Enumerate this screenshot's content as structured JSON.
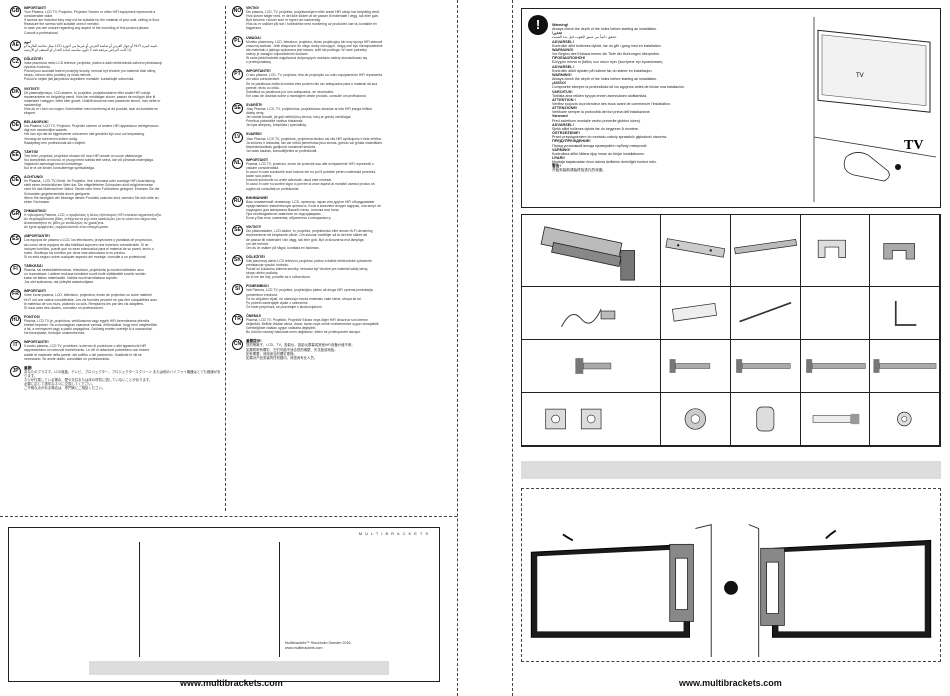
{
  "languages_col1": [
    {
      "code": "GB",
      "heading": "IMPORTANT!",
      "lines": [
        "Your Plasma, LCD TV, Projector, Projector Screen or other HiFi equipment represents a",
        "considerable value.",
        "If screws are included they may not be suitable for the material of your wall, ceiling or floor.",
        "Reassure the screws with suitable ones if needed.",
        "In case you are unsure regarding any aspect of the mounting of this product please",
        "Consult a professional."
      ]
    },
    {
      "code": "AE",
      "heading": "مهم!",
      "lines": [
        "تمثل شاشة البلازما أو LCD أو جهاز العرض أو شاشة العرض أو غيرها من أجهزة Hi-Fi قيمة كبيرة.",
        "إذا كانت البراغي مرفقة فقد لا تكون مناسبة لمادة الجدار أو السقف أو الأرضية."
      ]
    },
    {
      "code": "CZ",
      "heading": "DŮLEŽITÉ!",
      "lines": [
        "Vaše plazmová nebo LCD televize, projektor, plátno a další elektronická zařízení představují",
        "vysokou hodnotu.",
        "Pokud jsou součástí balení prodejný šrouby, nemusí být vhodné pro materiál Vaší stěny,",
        "stropu, kterou nebo podlahy vy čedá mělové.",
        "Pokud si nejste jisti jakýmkoliv aspektem montáže, kontaktujte odborníka."
      ]
    },
    {
      "code": "DK",
      "heading": "VIGTIGT!",
      "lines": [
        "Dit plasmafjernsyn, LCD-skærm, tv, projektor, projektorskærm eller andet HiFi udstyr",
        "repræsenterer en betydelig værdi. Hvis der medfølger skruer, passer de muligvis ikke til",
        "materialet i væggen, loftet eller gulvet. Udskift skruerne med passende skruer, hvis dette er",
        "nødvendigt.",
        "Hvis du er i tvivl om nogen i forbindelse med montering af dit produkt, skal du kontakte en",
        "ekspert."
      ]
    },
    {
      "code": "DE",
      "heading": "BELANGRIJK!",
      "lines": [
        "Uw Plasma, LCD TV, Projector, Projectie scherm of andere HiFi-apparatuur vertegenwoor-",
        "digt een aanzienlijke waarde.",
        "Het kan zijn dat de bijgeleverde schroeven niet geschikt zijn voor uw toepassing.",
        "Vervang de schroeven indien nodig.",
        "Raadpleeg een professional als u twijfelt."
      ]
    },
    {
      "code": "EE",
      "heading": "TÄHTIS!",
      "lines": [
        "Teie teler, projektor, projektori ekraan või muu HiFi-seade on suure väärtusega.",
        "Kui komplektis on kruvid, ei pruugi need sobida teie seina, lae või põranda materjaliga.",
        "Vajadusel asendage kruvid sobivatega.",
        "Kui te ei ole kindel, konsulteerige spetsialistiga."
      ]
    },
    {
      "code": "DE",
      "heading": "ACHTUNG!",
      "lines": [
        "Ihr Plasma-, LCD-TV-Gerät, Ihr Projektor, Ihre Leinwand oder sonstige HiFi-Ausrüstung",
        "stellt einen beträchtlichen Wert dar. Die mitgelieferten Schrauben sind möglicherweise",
        "nicht für das Material Ihrer Wand, Decke oder Ihres Fußbodens geeignet. Ersetzen Sie die",
        "Schrauben gegebenenfalls durch geeignete.",
        "Wenn Sie bezüglich der Montage dieses Produkts unsicher sind, wenden Sie sich bitte an",
        "einen Fachmann."
      ]
    },
    {
      "code": "GR",
      "heading": "ΣΗΜΑΝΤΙΚΟ!",
      "lines": [
        "Η τηλεόραση Plasma, LCD, ο προβολέας ή άλλος εξοπλισμός HiFi αποτελεί σημαντική αξία.",
        "Αν περιλαμβάνονται βίδες, ενδέχεται να μην είναι κατάλληλες για το υλικό του τοίχου σας.",
        "Αντικαταστήστε τις βίδες με κατάλληλες αν χρειάζεται.",
        "Αν έχετε αμφιβολίες, συμβουλευτείτε έναν επαγγελματία."
      ]
    },
    {
      "code": "ES",
      "heading": "¡IMPORTANTE!",
      "lines": [
        "Los equipos de plasma o LCD, los televisores, proyectores y pantallas de proyección,",
        "así como otros equipos de alta fidelidad suponen una inversión considerable. Si se",
        "incluyen tornillos, puede que no sean adecuados para el material de su pared, techo o",
        "suelo. Sustituya los tornillos por otros más adecuados si es preciso.",
        "Si no está seguro sobre cualquier aspecto del montaje, consulte a un profesional."
      ]
    },
    {
      "code": "FI",
      "heading": "TÄRKEÄÄ!",
      "lines": [
        "Plasma- tai nestekidetelevisiosi, televisiosi, projektorisi ja muiden laitteiden arvo",
        "on huomattava. Laitteen mukana toimitetut ruuvit eivät välttämättä sovellu seinän,",
        "katon tai lattian materiaaliin. Vaihda ruuvit tarvittaessa sopiviin.",
        "Jos olet epävarma, ota yhteyttä asiantuntijaan."
      ]
    },
    {
      "code": "FR",
      "heading": "IMPORTANT!",
      "lines": [
        "Votre écran plasma, LCD, télévision, projecteur, écran de projection ou autre matériel",
        "Hi-Fi ont une valeur considérable. Les vis fournies peuvent ne pas être compatibles avec",
        "le matériau de vos murs, plafonds ou sols. Remplacez-les par des vis adaptées.",
        "Si vous avez des doutes, consultez un professionnel."
      ]
    },
    {
      "code": "HU",
      "heading": "FONTOS!",
      "lines": [
        "Plazma, LCD TV-je, projektora, vetítővászna vagy egyéb HiFi-berendezése jelentős",
        "értéket képvisel. Ha a csomagban csavarok vannak, előfordulhat, hogy nem megfelelőek",
        "a fal, a mennyezet vagy a padló anyagához. Szükség esetén cserélje ki a csavarokat.",
        "Ha bizonytalan, forduljon szakemberhez."
      ]
    },
    {
      "code": "IT",
      "heading": "IMPORTANTE!",
      "lines": [
        "Il vostro plasma, LCD TV, proiettore, schermo di proiezione o altri apparecchi HiFi",
        "rappresentano un notevole investimento. Le viti in dotazione potrebbero non essere",
        "adatte al materiale della parete, del soffitto o del pavimento. Sostituite le viti se",
        "necessario. Se avete dubbi, consultate un professionista."
      ]
    },
    {
      "code": "JP",
      "heading": "重要!",
      "lines": [
        "あなたのプラズマ、LCD液晶、テレビ、プロジェクター、プロジェクタースクリーン または他のハイファイ機器はとても価値があります。",
        "ネジが付属している場合、壁や天井または床の材質に適していないことがあります。",
        "必要に応じて適切なネジに交換してください。",
        "ご不明な点がある場合は、専門家にご相談ください。"
      ]
    }
  ],
  "languages_col2": [
    {
      "code": "NO",
      "heading": "VIKTIG!",
      "lines": [
        "Din plasma, LCD, TV, projektor, projektorskjerm eller annet HiFi utstyr har betydelig verdi.",
        "Hvis skruer følger med, er det ikke sikkert at de passer til materialet i vegg, tak eller gulv.",
        "Bytt skruene i skruer som er egnet om nødvendig.",
        "Hvis du er usikker på noe i forbindelse med montering av produktet, bør du kontakte en",
        "fagperson."
      ]
    },
    {
      "code": "PL",
      "heading": "UWAGA!",
      "lines": [
        "Monitor plazmowy, LCD, telewizor, projektor, ekran projekcyjny lub inny sprzęt HiFi stanowi",
        "znaczną wartość. Jeśli dołączono do niego śruby mocujące, mogą one być nieodpowiednie",
        "dla materiału z jakiego wykonana jest ściana, sufit lub podłoga. W razie potrzeby",
        "należy je zastąpić odpowiednimi śrubami.",
        "W razie jakichkolwiek wątpliwości dotyczących montażu należy skonsultować się",
        "z profesjonalistą."
      ]
    },
    {
      "code": "PT",
      "heading": "IMPORTANTE!",
      "lines": [
        "O seu plasma, LCD, TV, projector, tela de projecção ou outro equipamento HiFi representa",
        "um valor considerável.",
        "Se os parafusos estão incluídos eles podem não ser adequados para o material da sua",
        "parede, tecto ou chão.",
        "Substitua os parafusos por uns adequados, se necessário.",
        "Em caso de dúvidas sobre a montagem deste produto, consulte um profissional."
      ]
    },
    {
      "code": "SE",
      "heading": "SVARŠTI!",
      "lines": [
        "Jūsų Plasma, LCD, TV, projektorius, projektoriaus ekranas ar kita HiFi įranga reiškia",
        "didelę vertę.",
        "Jei varžtai įtraukti, jie gali netikti jūsų sienos, lubų ar grindų medžiagai.",
        "Prireikus pakeiskite varžtus tinkamais.",
        "Jei kyla abejonių, kreipkitės į specialistą."
      ]
    },
    {
      "code": "LV",
      "heading": "SVARĪGI!",
      "lines": [
        "Jūsu Plasma, LCD TV, projektors, projektora ekrāns vai cits HiFi aprīkojums ir liela vērtība.",
        "Ja skrūves ir iekļautas, tās var nebūt piemērotas jūsu sienas, griestu vai grīdas materiālam.",
        "Nepieciešamības gadījumā nomainiet skrūves.",
        "Ja rodas šaubas, konsultējieties ar profesionāli."
      ]
    },
    {
      "code": "NL",
      "heading": "IMPORTANT!",
      "lines": [
        "Plasma, LCD TV, proiector, ecran de proiecție sau alte echipamente HiFi reprezintă o",
        "valoare considerabilă.",
        "În cazul în care șuruburile sunt incluse ele nu pot fi potrivite pentru materialul peretelui,",
        "tavan sau podea.",
        "Înlocuiți șuruburile cu unele adecvate, dacă este necesar.",
        "În cazul în care nu sunteți sigur cu privire la orice aspect al montării acestui produs vă",
        "rugăm să consultați un profesionist."
      ]
    },
    {
      "code": "RU",
      "heading": "ВНИМАНИЕ!",
      "lines": [
        "Ваш плазменный телевизор, LCD, проектор, экран или другое HiFi оборудование",
        "представляют значительную ценность. Если в комплект входят шурупы, они могут не",
        "подходить для материала Вашей стены, потолка или пола.",
        "При необходимости замените их подходящими.",
        "Если у Вас есть сомнения, обратитесь к специалисту."
      ]
    },
    {
      "code": "SE",
      "heading": "VIKTIGT!",
      "lines": [
        "Din plasmaskärm, LCD-skärm, tv, projektor, projektorduk eller annan Hi-Fi utrustning",
        "representerar ett betydande värde. Om skruvar medföljer så är det inte säkert att",
        "de passar till materialet i din vägg, tak eller golv. Byt ut skruvarna mot lämpliga",
        "om det behövs.",
        "Om du är osäker på något, kontakta en fackman."
      ]
    },
    {
      "code": "SK",
      "heading": "DÔLEŽITÉ!",
      "lines": [
        "Váš plazmový alebo LCD televízor, projektor, plátno a ďalšie elektronické vybavenie",
        "predstavuje vysokú hodnotu.",
        "Pokiaľ sú súčasťou balenia skrutky, nemusia byť vhodné pre materiál vašej steny,",
        "stropu alebo podlahy.",
        "Ak si nie ste istý, poraďte sa s odborníkom."
      ]
    },
    {
      "code": "SI",
      "heading": "POMEMBNO!",
      "lines": [
        "Vaš Plazma, LCD TV, projektor, projekcijsko platno ali druga HiFi oprema predstavlja",
        "pomembno vrednost.",
        "Če so vključeni vijaki, ne ustrezajo morda materialu vaše stene, stropa ali tal.",
        "Po potrebi zamenjajte vijake z ustreznimi.",
        "Če niste prepričani, se posvetujte s strokovnjakom."
      ]
    },
    {
      "code": "TR",
      "heading": "ÖNEMLİ!",
      "lines": [
        "Plazma, LCD TV, Projektör, Projektör Ekranı veya diğer HiFi cihazınız son derece",
        "değerlidir. Birlikte vidalar varsa, duvar, tavan veya zemin malzemenize uygun olmayabilir.",
        "Gerektiğinde vidaları uygun vidalarla değiştirin.",
        "Bu ürünün montajı hakkında emin değilseniz, lütfen bir profesyonele danışın."
      ]
    },
    {
      "code": "CN",
      "heading": "重要提示!",
      "lines": [
        "您的等离子、LCD、TV、投影仪、投影仪屏幕或其他HiFi设备价值不菲。",
        "如果附带有螺钉，它们可能不适合您的墙壁、天花板或地板。",
        "如有需要，请用适当的螺钉更换。",
        "如果对产品安装有任何疑问，请咨询专业人员。"
      ]
    }
  ],
  "info_box": {
    "brand_strip": "MULTIBRACKETS",
    "copyright_line1": "Multibrackets™ Stockholm Sweden 2016.",
    "copyright_line2": "www.multibrackets.com"
  },
  "footer": {
    "url_left": "www.multibrackets.com",
    "url_right": "www.multibrackets.com"
  },
  "warnings": {
    "illustration_label": "TV",
    "items": [
      {
        "heading": "Warning!",
        "text": "Always check the depth of the holes before starting an installation."
      },
      {
        "heading": "!تحذير",
        "text": "تحقق دائماً من عمق الثقوب قبل بدء التثبيت."
      },
      {
        "heading": "ADVARSEL!",
        "text": "Kontroller altid hullernes dybde, før du går i gang med en installation."
      },
      {
        "heading": "WARNUNG!",
        "text": "Vor Beginn des Einbaus immer die Tiefe der Bohrungen überprüfen."
      },
      {
        "heading": "ΠΡΟΕΙΔΟΠΟΙΗΣΗ!",
        "text": "Ελέγχετε πάντα το βάθος των οπών πριν ξεκινήσετε την εγκατάσταση."
      },
      {
        "heading": "ADVARSEL!",
        "text": "Kontroller alltid dybden på hullene før du starter en installasjon."
      },
      {
        "heading": "WARNING!",
        "text": "Always check the depth of the holes before starting an installation."
      },
      {
        "heading": "¡AVISO!",
        "text": "Compruebe siempre la profundidad de los agujeros antes de iniciar una instalación."
      },
      {
        "heading": "VAROITUS!",
        "text": "Tarkista aina reikien syvyys ennen asennuksen aloittamista."
      },
      {
        "heading": "ATTENTION !",
        "text": "Vérifiez toujours la profondeur des trous avant de commencer l'installation."
      },
      {
        "heading": "ATTENZIONE!",
        "text": "Verificare sempre la profondità dei fori prima dell'installazione."
      },
      {
        "heading": "Varovan!",
        "text": "Pred začetkom montaže vedno preverite globino lukenj."
      },
      {
        "heading": "ADVARSEL!",
        "text": "Sjekk alltid hullenes dybde før du begynner å montere."
      },
      {
        "heading": "OSTRZEŻENIE!",
        "text": "Przed przystąpieniem do montażu należy sprawdzić głębokość otworów."
      },
      {
        "heading": "ПРЕДУПРЕЖДЕНИЕ!",
        "text": "Перед установкой всегда проверяйте глубину отверстий."
      },
      {
        "heading": "VARNING!",
        "text": "Kontrollera alltid hålens djup innan du börjar installationen."
      },
      {
        "heading": "UYARI!",
        "text": "Montaja başlamadan önce daima deliklerin derinliğini kontrol edin."
      },
      {
        "heading": "警告!",
        "text": "开始安装前请始终检查孔的深度。"
      }
    ]
  }
}
